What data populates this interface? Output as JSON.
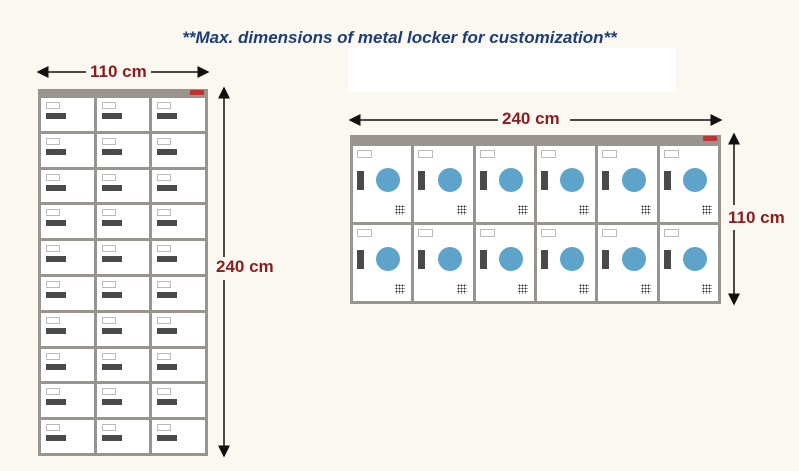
{
  "title": "**Max. dimensions of metal locker for customization**",
  "left_locker": {
    "width_label": "110 cm",
    "height_label": "240 cm",
    "rows": 10,
    "cols": 3
  },
  "right_locker": {
    "width_label": "240 cm",
    "height_label": "110 cm",
    "rows": 2,
    "cols": 6
  },
  "colors": {
    "title": "#1e3d78",
    "dimension": "#8b1d1d",
    "frame": "#9a948e",
    "dial": "#5ea3c9"
  }
}
